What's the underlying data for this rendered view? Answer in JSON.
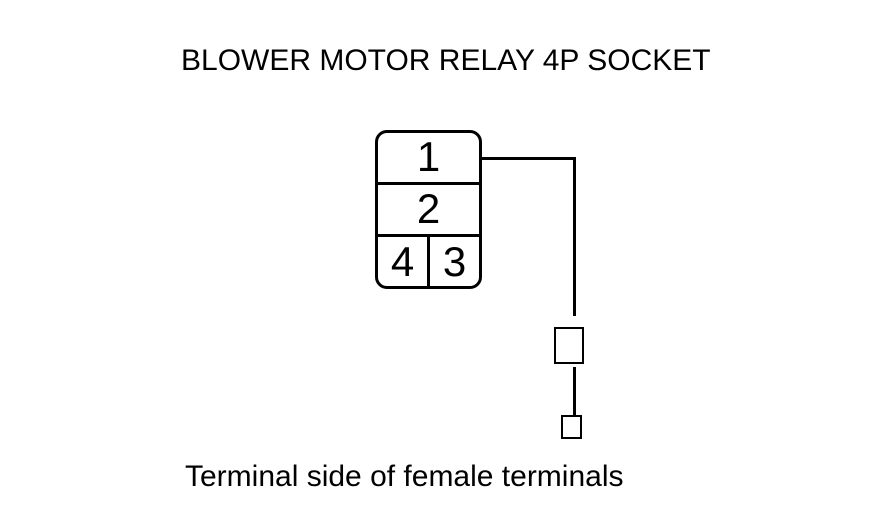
{
  "title": "BLOWER MOTOR RELAY 4P SOCKET",
  "caption": "Terminal side of female terminals",
  "socket": {
    "terminals": [
      "1",
      "2",
      "4",
      "3"
    ]
  },
  "colors": {
    "ink": "#000000",
    "background": "#ffffff"
  }
}
